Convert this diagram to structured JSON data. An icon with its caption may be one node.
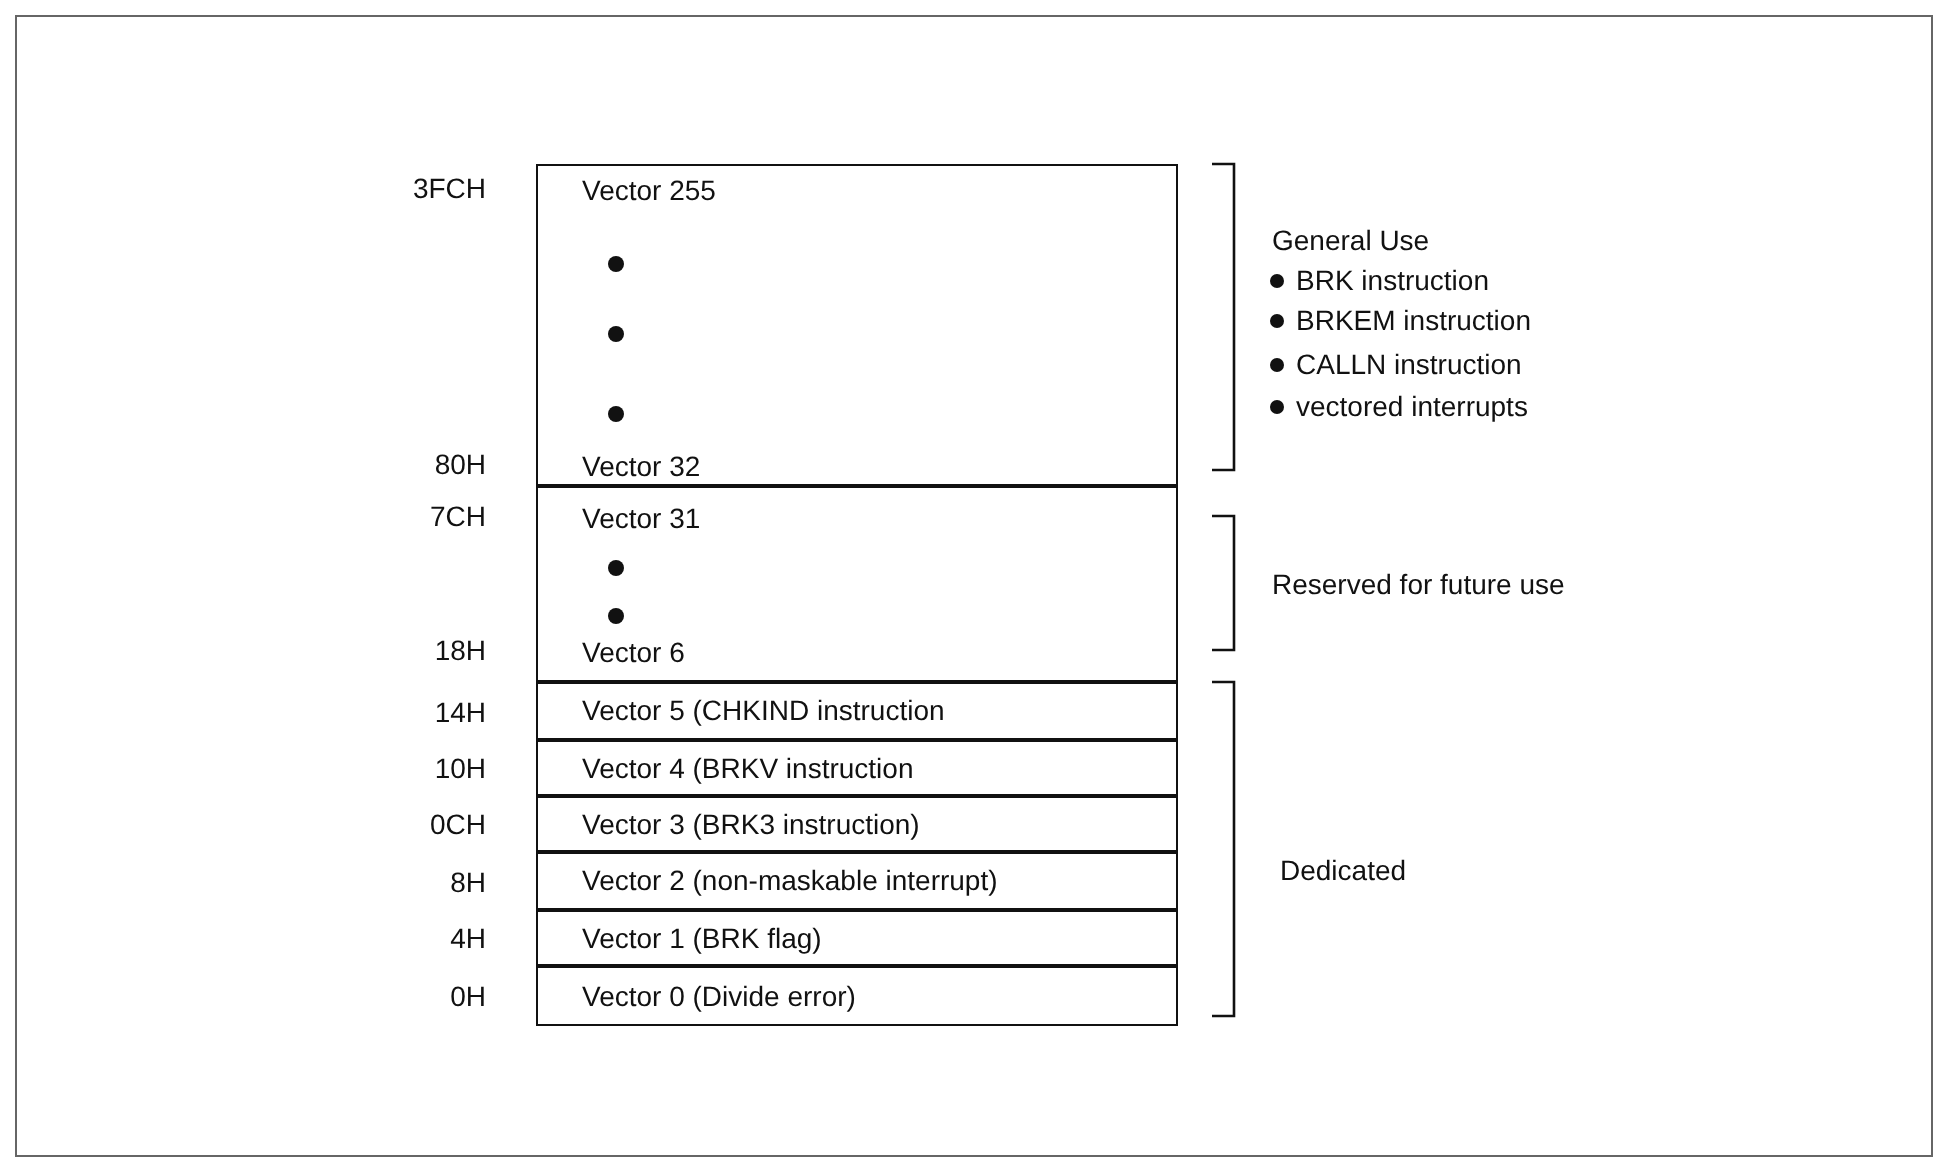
{
  "diagram": {
    "nodes": [
      {
        "text": [
          "Vector 255",
          "Vector 32"
        ],
        "beside": [
          "3FCH",
          "80H"
        ]
      },
      {
        "text": [
          "Vector 31",
          "Vector 6"
        ],
        "beside": [
          "7CH",
          "18H"
        ]
      },
      {
        "text": [
          "Vector 5 (CHKIND instruction"
        ],
        "beside": [
          "14H"
        ]
      },
      {
        "text": [
          "Vector 4 (BRKV instruction"
        ],
        "beside": [
          "10H"
        ]
      },
      {
        "text": [
          "Vector 3 (BRK3 instruction)"
        ],
        "beside": [
          "0CH"
        ]
      },
      {
        "text": [
          "Vector 2 (non-maskable interrupt)"
        ],
        "beside": [
          "8H"
        ]
      },
      {
        "text": [
          "Vector 1 (BRK flag)"
        ],
        "beside": [
          "4H"
        ]
      },
      {
        "text": [
          "Vector 0 (Divide error)"
        ],
        "beside": [
          "0H"
        ]
      }
    ],
    "labels": [
      "General Use",
      "BRK instruction",
      "BRKEM instruction",
      "CALLN instruction",
      "vectored interrupts",
      "Reserved for future use",
      "Dedicated"
    ]
  }
}
